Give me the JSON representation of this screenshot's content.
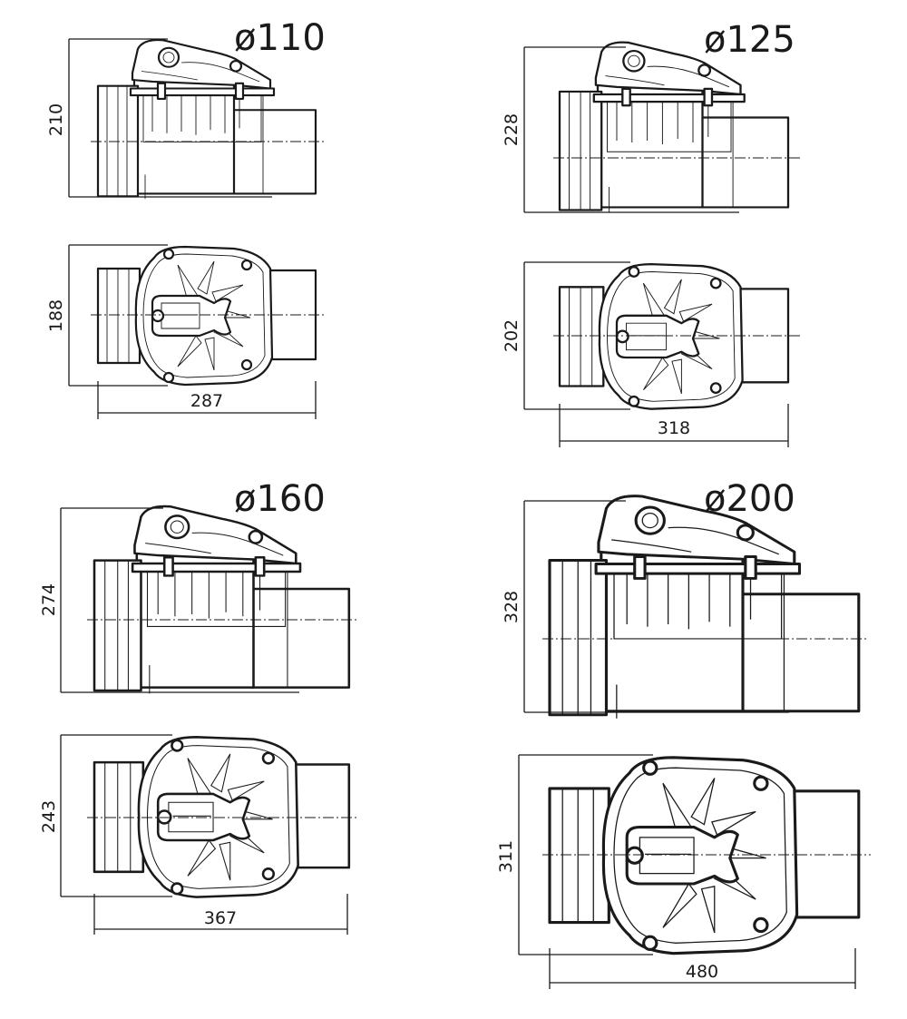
{
  "drawings": [
    {
      "id": "d110",
      "title": "ø110",
      "side_height": "210",
      "top_height": "188",
      "length": "287"
    },
    {
      "id": "d125",
      "title": "ø125",
      "side_height": "228",
      "top_height": "202",
      "length": "318"
    },
    {
      "id": "d160",
      "title": "ø160",
      "side_height": "274",
      "top_height": "243",
      "length": "367"
    },
    {
      "id": "d200",
      "title": "ø200",
      "side_height": "328",
      "top_height": "311",
      "length": "480"
    }
  ]
}
